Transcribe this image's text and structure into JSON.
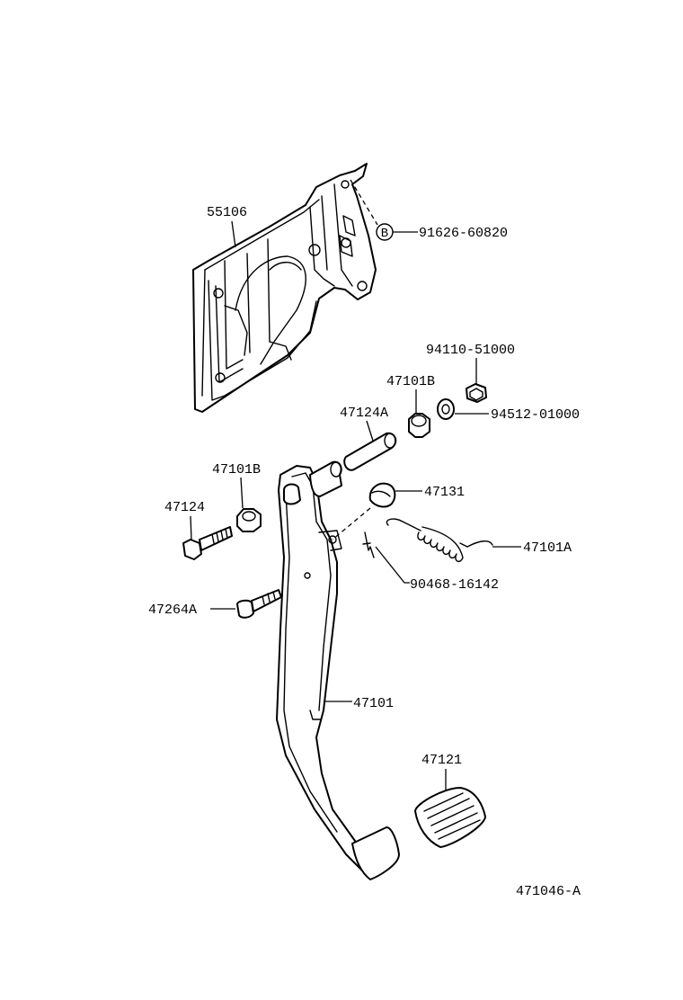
{
  "labels": {
    "bracket": "55106",
    "bracket_bolt": "91626-60820",
    "bracket_bolt_marker": "B",
    "nut": "94110-51000",
    "washer": "94512-01000",
    "bushing_upper": "47101B",
    "collar_upper": "47124A",
    "bushing_lower": "47101B",
    "cushion": "47131",
    "bolt": "47124",
    "return_spring": "47101A",
    "clip": "90468-16142",
    "stopper_bolt": "47264A",
    "pedal_arm": "47101",
    "pedal_pad": "47121",
    "drawing_number": "471046-A"
  }
}
